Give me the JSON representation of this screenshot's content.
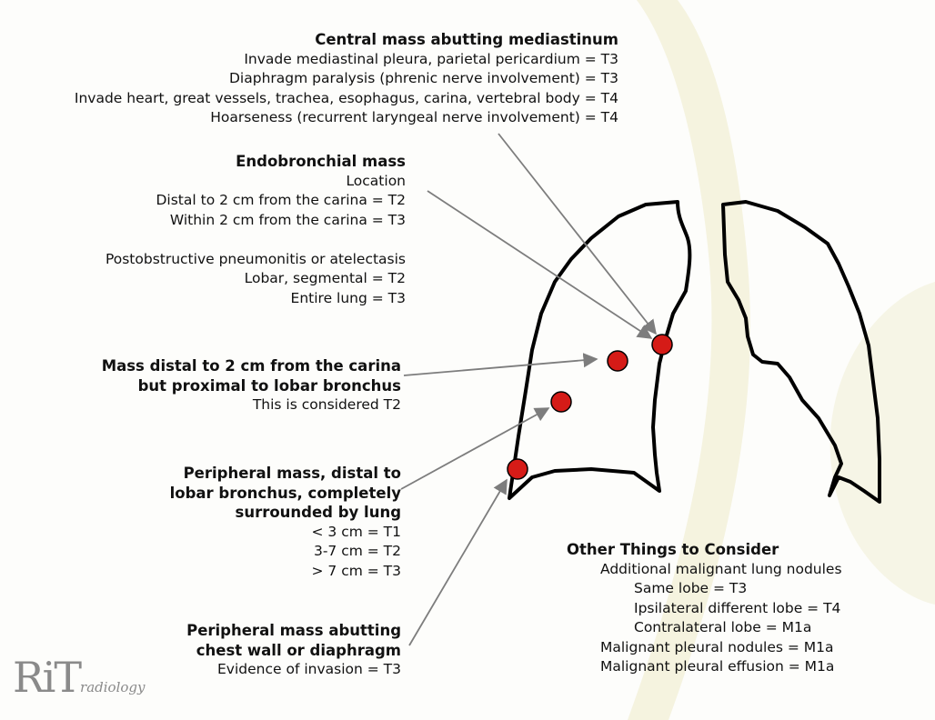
{
  "central": {
    "heading": "Central mass abutting mediastinum",
    "lines": [
      "Invade mediastinal pleura, parietal pericardium = T3",
      "Diaphragm paralysis (phrenic nerve involvement) = T3",
      "Invade heart, great vessels, trachea, esophagus, carina, vertebral body = T4",
      "Hoarseness (recurrent laryngeal nerve involvement) = T4"
    ]
  },
  "endobronchial": {
    "heading": "Endobronchial mass",
    "location_label": "Location",
    "location_lines": [
      "Distal to 2 cm from the carina = T2",
      "Within 2 cm from the carina = T3"
    ],
    "pneumonitis_label": "Postobstructive pneumonitis or atelectasis",
    "pneumonitis_lines": [
      "Lobar, segmental = T2",
      "Entire lung = T3"
    ]
  },
  "distal_mass": {
    "heading_lines": [
      "Mass distal to 2 cm from the carina",
      "but proximal to lobar bronchus"
    ],
    "note": "This is considered T2"
  },
  "peripheral_mass": {
    "heading_lines": [
      "Peripheral mass, distal to",
      "lobar bronchus, completely",
      "surrounded by lung"
    ],
    "lines": [
      "< 3 cm = T1",
      "3-7 cm = T2",
      "> 7 cm = T3"
    ]
  },
  "chest_wall_mass": {
    "heading_lines": [
      "Peripheral mass abutting",
      "chest wall or diaphragm"
    ],
    "note": "Evidence of invasion = T3"
  },
  "other": {
    "heading": "Other Things to Consider",
    "nodules_label": "Additional malignant lung nodules",
    "nodule_lines": [
      "Same lobe = T3",
      "Ipsilateral different lobe = T4",
      "Contralateral lobe = M1a"
    ],
    "pleural_lines": [
      "Malignant pleural nodules = M1a",
      "Malignant pleural effusion = M1a"
    ]
  },
  "logo": {
    "main": "RiT",
    "sub": "radiology"
  },
  "colors": {
    "lesion": "#d51b17",
    "arrow": "#7d7d7d",
    "outline": "#000000",
    "accent_wash": "#f1efd6"
  }
}
